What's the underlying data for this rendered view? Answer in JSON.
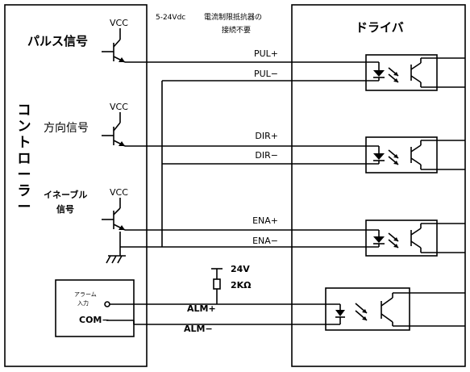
{
  "controller": {
    "title_chars": [
      "コ",
      "ン",
      "ト",
      "ロ",
      "ー",
      "ラ",
      "ー"
    ],
    "pulse_label": "パルス信号",
    "direction_label": "方向信号",
    "enable_label_line1": "イネーブル",
    "enable_label_line2": "信号",
    "vcc": "VCC",
    "alarm_box_line1": "アラーム",
    "alarm_box_line2": "入力",
    "com": "COM−"
  },
  "supply": {
    "voltage": "5-24Vdc",
    "note_line1": "電流制限抵抗器の",
    "note_line2": "接続不要"
  },
  "driver": {
    "title": "ドライバ",
    "pins": {
      "pul_plus": "PUL+",
      "pul_minus": "PUL−",
      "dir_plus": "DIR+",
      "dir_minus": "DIR−",
      "ena_plus": "ENA+",
      "ena_minus": "ENA−",
      "alm_plus": "ALM+",
      "alm_minus": "ALM−"
    }
  },
  "pullup": {
    "voltage": "24V",
    "resistance": "2KΩ"
  }
}
